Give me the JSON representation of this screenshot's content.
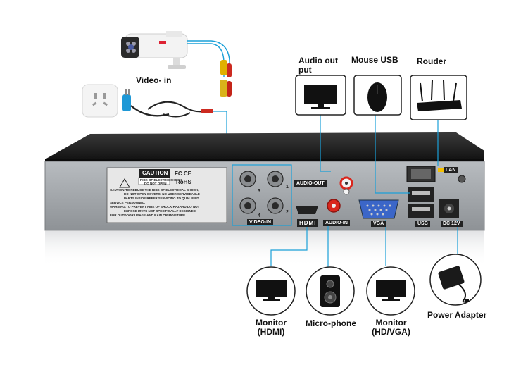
{
  "labels": {
    "video_in": "Video- in",
    "audio_out": "Audio out\nput",
    "mouse_usb": "Mouse USB",
    "router": "Rouder",
    "monitor_hdmi": "Monitor\n(HDMI)",
    "microphone": "Micro-phone",
    "monitor_vga": "Monitor\n(HD/VGA)",
    "power_adapter": "Power Adapter"
  },
  "panel": {
    "caution_title": "CAUTION",
    "caution_sub1": "RISK OF ELECTRIC SHOCK",
    "caution_sub2": "DO NOT OPEN",
    "rohs": "RoHS",
    "fc": "FC CE",
    "warning_lines": [
      "CAUTION:TO REDUCE THE RISK OF ELECTRICAL SHOCK,",
      "DO NOT OPEN COVERS, NO USER SERVICEABLE",
      "PARTS INSIDE.REFER SERVICING TO QUALIFIED",
      "SERVICE PERSONNEL.",
      "WARNING:TO PREVENT FIRE OF SHOCK HAZARD,DO NOT",
      "EXPOSE UNITS NOT SPECIFICALLY DESIGNED",
      "FOR OUTDOOR USAGE AND RAIN OR MOISTURE."
    ],
    "port_video_in": "VIDEO-IN",
    "port_audio_out": "AUDIO-OUT",
    "port_audio_in": "AUDIO-IN",
    "port_hdmi": "HDMI",
    "port_vga": "VGA",
    "port_usb": "USB",
    "port_lan": "LAN",
    "port_dc": "DC 12V",
    "bnc_numbers": [
      "3",
      "1",
      "4",
      "2"
    ]
  },
  "colors": {
    "wire": "#1aa0d8",
    "chassis_top": "#2a2a2a",
    "chassis_panel": "#a7abb0",
    "rca_red": "#d9261c",
    "rca_white": "#f2f2f2"
  }
}
